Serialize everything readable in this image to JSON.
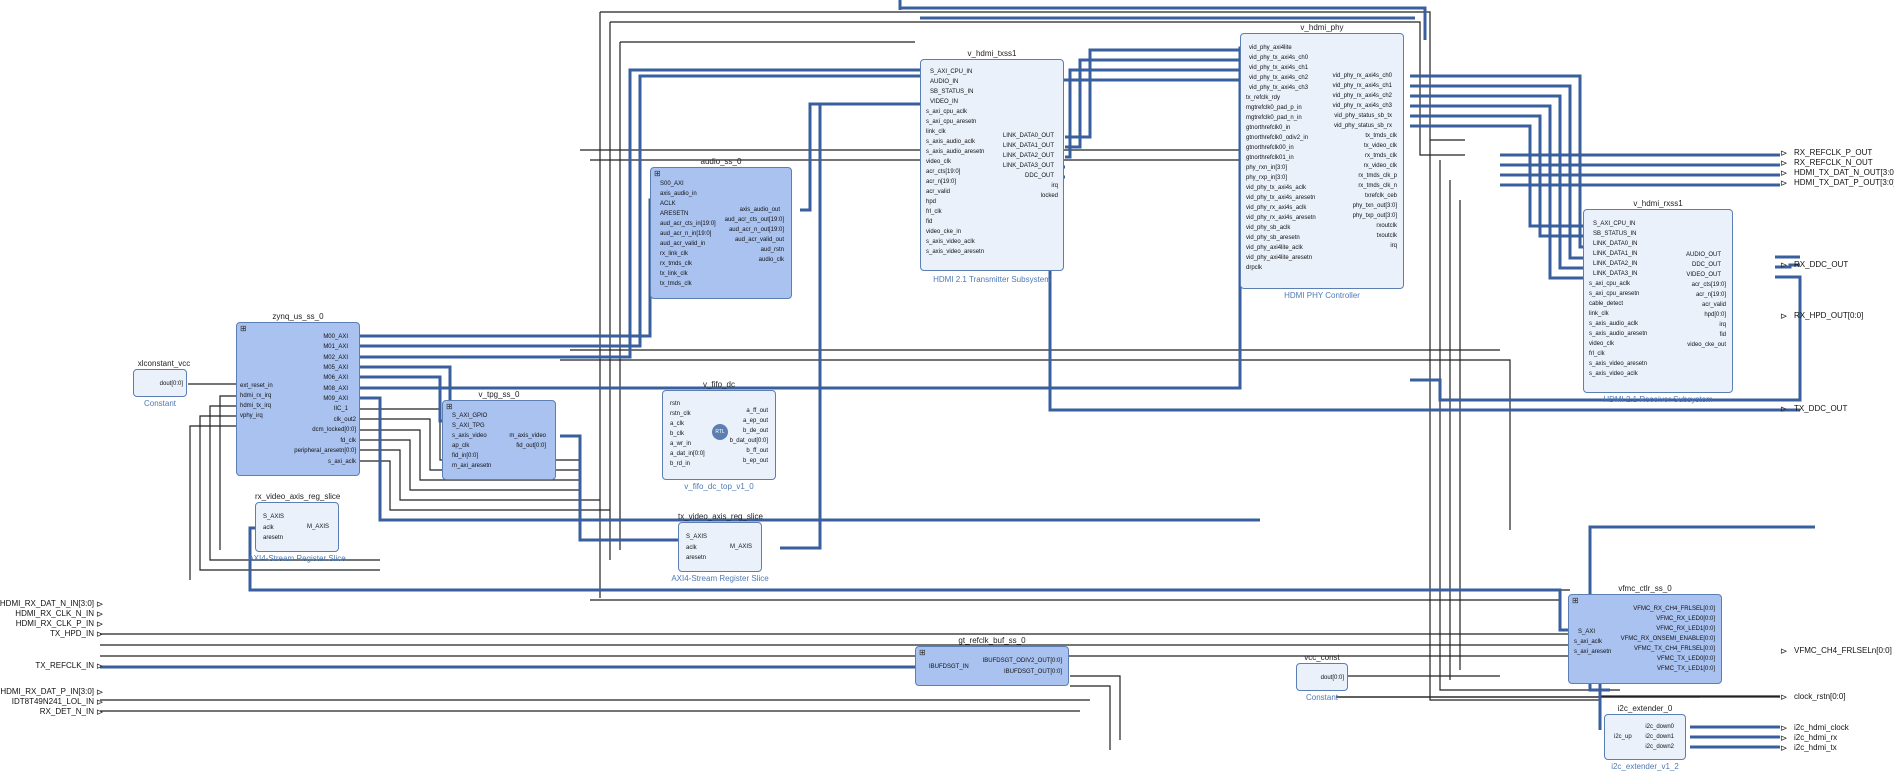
{
  "blocks": {
    "xlconstant_vcc": {
      "title": "xlconstant_vcc",
      "subtitle": "Constant",
      "pins_r": [
        "dout[0:0]"
      ]
    },
    "zynq": {
      "title": "zynq_us_ss_0",
      "pins_l": [
        "ext_reset_in",
        "hdmi_rx_irq",
        "hdmi_tx_irq",
        "vphy_irq"
      ],
      "pins_r": [
        "M00_AXI",
        "M01_AXI",
        "M02_AXI",
        "M05_AXI",
        "M06_AXI",
        "M08_AXI",
        "M09_AXI",
        "IIC_1",
        "clk_out2",
        "dcm_locked[0:0]",
        "fd_clk",
        "peripheral_aresetn[0:0]",
        "s_axi_aclk"
      ]
    },
    "audio": {
      "title": "audio_ss_0",
      "pins_l": [
        "S00_AXI",
        "axis_audio_in",
        "ACLK",
        "ARESETN",
        "aud_acr_cts_in[19:0]",
        "aud_acr_n_in[19:0]",
        "aud_acr_valid_in",
        "rx_link_clk",
        "rx_tmds_clk",
        "tx_link_clk",
        "tx_tmds_clk"
      ],
      "pins_r": [
        "axis_audio_out",
        "aud_acr_cts_out[19:0]",
        "aud_acr_n_out[19:0]",
        "aud_acr_valid_out",
        "aud_rstn",
        "audio_clk"
      ]
    },
    "tpg": {
      "title": "v_tpg_ss_0",
      "pins_l": [
        "S_AXI_GPIO",
        "S_AXI_TPG",
        "s_axis_video",
        "ap_clk",
        "fid_in[0:0]",
        "m_axi_aresetn"
      ],
      "pins_r": [
        "m_axis_video",
        "fid_out[0:0]"
      ]
    },
    "fifo": {
      "title": "v_fifo_dc",
      "subtitle": "v_fifo_dc_top_v1_0",
      "rtl": "RTL",
      "pins_l": [
        "rstn",
        "rstn_clk",
        "a_clk",
        "b_clk",
        "a_wr_in",
        "a_dat_in[0:0]",
        "b_rd_in"
      ],
      "pins_r": [
        "a_ff_out",
        "a_ep_out",
        "b_de_out",
        "b_dat_out[0:0]",
        "b_ff_out",
        "b_ep_out"
      ]
    },
    "rxslice": {
      "title": "rx_video_axis_reg_slice",
      "subtitle": "AXI4-Stream Register Slice",
      "pins_l": [
        "S_AXIS",
        "aclk",
        "aresetn"
      ],
      "pins_r": [
        "M_AXIS"
      ]
    },
    "txslice": {
      "title": "tx_video_axis_reg_slice",
      "subtitle": "AXI4-Stream Register Slice",
      "pins_l": [
        "S_AXIS",
        "aclk",
        "aresetn"
      ],
      "pins_r": [
        "M_AXIS"
      ]
    },
    "txss": {
      "title": "v_hdmi_txss1",
      "subtitle": "HDMI 2.1 Transmitter Subsystem",
      "pins_l": [
        "S_AXI_CPU_IN",
        "AUDIO_IN",
        "SB_STATUS_IN",
        "VIDEO_IN",
        "s_axi_cpu_aclk",
        "s_axi_cpu_aresetn",
        "link_clk",
        "s_axis_audio_aclk",
        "s_axis_audio_aresetn",
        "video_clk",
        "acr_cts[19:0]",
        "acr_n[19:0]",
        "acr_valid",
        "hpd",
        "frl_clk",
        "fid",
        "video_cke_in",
        "s_axis_video_aclk",
        "s_axis_video_aresetn"
      ],
      "pins_r": [
        "LINK_DATA0_OUT",
        "LINK_DATA1_OUT",
        "LINK_DATA2_OUT",
        "LINK_DATA3_OUT",
        "DDC_OUT",
        "irq",
        "locked"
      ]
    },
    "phy": {
      "title": "v_hdmi_phy",
      "subtitle": "HDMI PHY Controller",
      "pins_l": [
        "vid_phy_axi4lite",
        "vid_phy_tx_axi4s_ch0",
        "vid_phy_tx_axi4s_ch1",
        "vid_phy_tx_axi4s_ch2",
        "vid_phy_tx_axi4s_ch3",
        "tx_refclk_rdy",
        "mgtrefclk0_pad_p_in",
        "mgtrefclk0_pad_n_in",
        "gtnorthrefclk0_in",
        "gtnorthrefclk0_odiv2_in",
        "gtnorthrefclk00_in",
        "gtnorthrefclk01_in",
        "phy_rxn_in[3:0]",
        "phy_rxp_in[3:0]",
        "vid_phy_tx_axi4s_aclk",
        "vid_phy_tx_axi4s_aresetn",
        "vid_phy_rx_axi4s_aclk",
        "vid_phy_rx_axi4s_aresetn",
        "vid_phy_sb_aclk",
        "vid_phy_sb_aresetn",
        "vid_phy_axi4lite_aclk",
        "vid_phy_axi4lite_aresetn",
        "drpclk"
      ],
      "pins_r": [
        "vid_phy_rx_axi4s_ch0",
        "vid_phy_rx_axi4s_ch1",
        "vid_phy_rx_axi4s_ch2",
        "vid_phy_rx_axi4s_ch3",
        "vid_phy_status_sb_tx",
        "vid_phy_status_sb_rx",
        "tx_tmds_clk",
        "tx_video_clk",
        "rx_tmds_clk",
        "rx_video_clk",
        "rx_tmds_clk_p",
        "rx_tmds_clk_n",
        "txrefclk_ceb",
        "phy_txn_out[3:0]",
        "phy_txp_out[3:0]",
        "rxoutclk",
        "txoutclk",
        "irq"
      ]
    },
    "rxss": {
      "title": "v_hdmi_rxss1",
      "subtitle": "HDMI 2.1 Receiver Subsystem",
      "pins_l": [
        "S_AXI_CPU_IN",
        "SB_STATUS_IN",
        "LINK_DATA0_IN",
        "LINK_DATA1_IN",
        "LINK_DATA2_IN",
        "LINK_DATA3_IN",
        "s_axi_cpu_aclk",
        "s_axi_cpu_aresetn",
        "cable_detect",
        "link_clk",
        "s_axis_audio_aclk",
        "s_axis_audio_aresetn",
        "video_clk",
        "frl_clk",
        "s_axis_video_aresetn",
        "s_axis_video_aclk"
      ],
      "pins_r": [
        "AUDIO_OUT",
        "DDC_OUT",
        "VIDEO_OUT",
        "acr_cts[19:0]",
        "acr_n[19:0]",
        "acr_valid",
        "hpd[0:0]",
        "irq",
        "fid",
        "video_cke_out"
      ]
    },
    "vfmc": {
      "title": "vfmc_ctlr_ss_0",
      "pins_l": [
        "S_AXI",
        "s_axi_aclk",
        "s_axi_aresetn"
      ],
      "pins_r": [
        "VFMC_RX_CH4_FRLSEL[0:0]",
        "VFMC_RX_LED0[0:0]",
        "VFMC_RX_LED1[0:0]",
        "VFMC_RX_ONSEMI_ENABLE[0:0]",
        "VFMC_TX_CH4_FRLSEL[0:0]",
        "VFMC_TX_LED0[0:0]",
        "VFMC_TX_LED1[0:0]"
      ]
    },
    "gtbuf": {
      "title": "gt_refclk_buf_ss_0",
      "pins_l": [
        "IBUFDSGT_IN"
      ],
      "pins_r": [
        "IBUFDSGT_ODIV2_OUT[0:0]",
        "IBUFDSGT_OUT[0:0]"
      ]
    },
    "vcc_const": {
      "title": "vcc_const",
      "subtitle": "Constant",
      "pins_r": [
        "dout[0:0]"
      ]
    },
    "i2c": {
      "title": "i2c_extender_0",
      "subtitle": "i2c_extender_v1_2",
      "pins_l": [
        "i2c_up"
      ],
      "pins_r": [
        "i2c_down0",
        "i2c_down1",
        "i2c_down2"
      ]
    }
  },
  "ports_in": [
    "HDMI_RX_DAT_N_IN[3:0]",
    "HDMI_RX_CLK_N_IN",
    "HDMI_RX_CLK_P_IN",
    "TX_HPD_IN",
    "TX_REFCLK_IN",
    "HDMI_RX_DAT_P_IN[3:0]",
    "IDT8T49N241_LOL_IN",
    "RX_DET_N_IN"
  ],
  "ports_out": [
    "RX_REFCLK_P_OUT",
    "RX_REFCLK_N_OUT",
    "HDMI_TX_DAT_N_OUT[3:0]",
    "HDMI_TX_DAT_P_OUT[3:0]",
    "RX_DDC_OUT",
    "RX_HPD_OUT[0:0]",
    "TX_DDC_OUT",
    "VFMC_CH4_FRLSELn[0:0]",
    "clock_rstn[0:0]",
    "i2c_hdmi_clock",
    "i2c_hdmi_rx",
    "i2c_hdmi_tx"
  ],
  "colors": {
    "block_dark": "#a9c2ef",
    "block_light": "#eaf1fb",
    "border": "#5b7fb3",
    "bus": "#3a5f9e",
    "wire": "#222222",
    "subtitle": "#4f79b5"
  }
}
